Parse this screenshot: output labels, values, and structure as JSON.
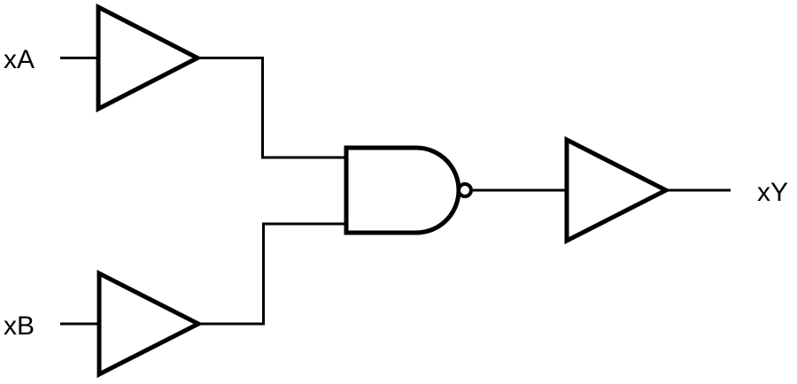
{
  "diagram": {
    "type": "logic-circuit-schematic",
    "labels": {
      "input_a": "xA",
      "input_b": "xB",
      "output": "xY"
    },
    "colors": {
      "line": "#000000",
      "background": "#ffffff"
    },
    "components": [
      {
        "id": "buffer-a",
        "type": "buffer",
        "input": "xA"
      },
      {
        "id": "buffer-b",
        "type": "buffer",
        "input": "xB"
      },
      {
        "id": "nand-1",
        "type": "nand",
        "inputs": [
          "buffer-a.out",
          "buffer-b.out"
        ],
        "has_inversion_bubble": true
      },
      {
        "id": "buffer-out",
        "type": "buffer",
        "input": "nand-1.out",
        "output": "xY"
      }
    ],
    "logic_expression": "xY = buffer(NAND(buffer(xA), buffer(xB)))"
  }
}
